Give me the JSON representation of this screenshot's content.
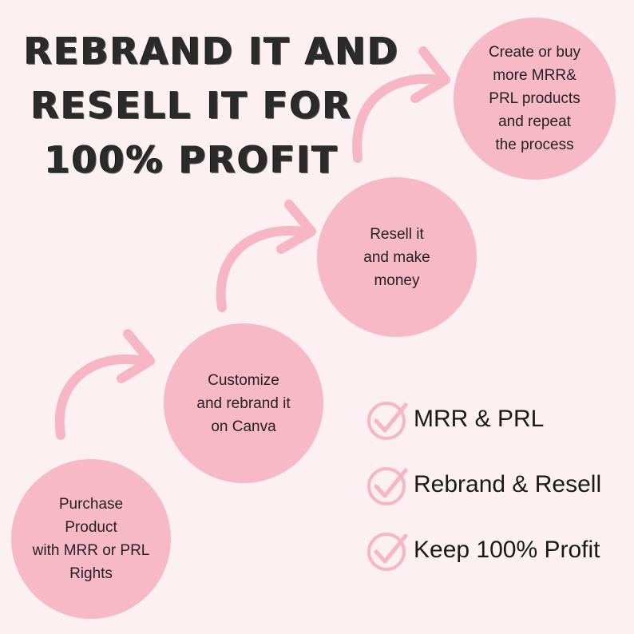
{
  "title": {
    "lines": [
      "REBRAND IT AND",
      "RESELL IT  FOR",
      "100% PROFIT"
    ]
  },
  "steps": [
    {
      "text": "Purchase\nProduct\nwith MRR or PRL\nRights"
    },
    {
      "text": "Customize\nand rebrand it\non Canva"
    },
    {
      "text": "Resell it\nand make\nmoney"
    },
    {
      "text": "Create or buy\nmore MRR&\nPRL products\n and repeat\n the process"
    }
  ],
  "checklist": [
    {
      "label": "MRR & PRL",
      "icon": "checkmark-circle-icon"
    },
    {
      "label": "Rebrand & Resell",
      "icon": "checkmark-circle-icon"
    },
    {
      "label": "Keep 100% Profit",
      "icon": "checkmark-circle-icon"
    }
  ],
  "colors": {
    "background": "#fdf0f3",
    "circle": "#f8b9c6",
    "arrow": "#f7b6c4",
    "text": "#222222"
  }
}
